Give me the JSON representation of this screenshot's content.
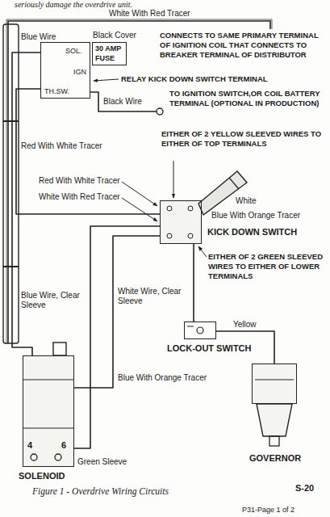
{
  "diagram": {
    "caption": "Figure 1 - Overdrive Wiring Circuits",
    "nodes": [
      {
        "text": [
          "SOL.",
          "IGN",
          "TH.SW."
        ]
      },
      {
        "text": [
          "Black Cover",
          "30 AMP FUSE"
        ]
      },
      {
        "text": [
          "KICK DOWN SWITCH"
        ]
      },
      {
        "text": [
          "LOCK-OUT SWITCH"
        ]
      },
      {
        "text": [
          "GOVERNOR"
        ]
      },
      {
        "text": [
          "SOLENOID"
        ]
      }
    ],
    "edges": [
      {
        "from": 0,
        "to": 5,
        "arrow": "none"
      },
      {
        "from": 0,
        "to": 2,
        "arrow": "none"
      },
      {
        "from": 2,
        "to": 5,
        "arrow": "none"
      },
      {
        "from": 2,
        "to": 3,
        "arrow": "none"
      },
      {
        "from": 3,
        "to": 4,
        "label": "Yellow",
        "arrow": "none"
      },
      {
        "from": 5,
        "to": 2,
        "arrow": "none"
      }
    ],
    "labels": [
      "seriously damage the overdrive unit.",
      "White With Red Tracer",
      "Blue Wire",
      "CONNECTS TO SAME PRIMARY TERMINAL OF IGNITION COIL THAT CONNECTS TO BREAKER TERMINAL OF DISTRIBUTOR",
      "RELAY KICK DOWN SWITCH TERMINAL",
      "Black Wire",
      "TO IGNITION SWITCH,OR COIL BATTERY TERMINAL (OPTIONAL IN PRODUCTION)",
      "Red With White Tracer",
      "EITHER OF 2 YELLOW SLEEVED WIRES TO EITHER OF TOP TERMINALS",
      "Red With White Tracer",
      "White With Red Tracer",
      "White",
      "Blue With Orange Tracer",
      "EITHER OF 2 GREEN SLEEVED WIRES TO EITHER OF LOWER TERMINALS",
      "Blue Wire, Clear Sleeve",
      "White Wire, Clear Sleeve",
      "Blue With Orange Tracer",
      "4",
      "6",
      "Green Sleeve",
      "S-20",
      "P31-Page 1 of 2"
    ]
  }
}
